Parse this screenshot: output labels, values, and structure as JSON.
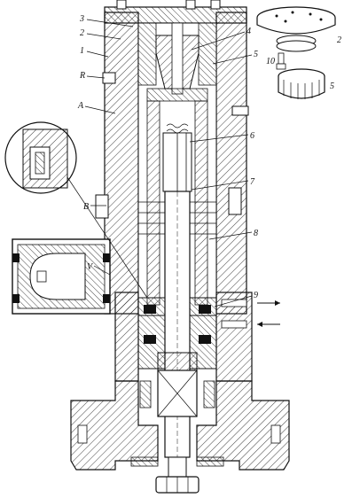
{
  "labels": {
    "l3": "3",
    "l2": "2",
    "l1": "1",
    "lR": "R",
    "lA": "A",
    "l4": "4",
    "l5": "5",
    "l10": "10",
    "l2r": "2",
    "l5r": "5",
    "l6": "6",
    "l7": "7",
    "lB": "B",
    "l8": "8",
    "lV": "V",
    "l9": "9"
  },
  "colors": {
    "ink": "#111111",
    "paper": "#ffffff",
    "shade": "#d9d9d9"
  }
}
